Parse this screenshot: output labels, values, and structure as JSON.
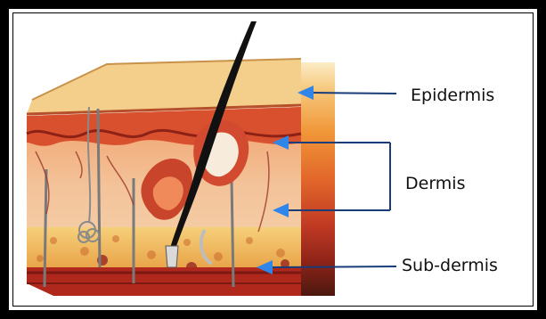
{
  "labels": {
    "epidermis": "Epidermis",
    "dermis": "Dermis",
    "sub_dermis": "Sub-dermis"
  },
  "colors": {
    "frame": "#000000",
    "arrow": "#1e7be0",
    "epidermis": "#f2c98a",
    "dermis": "#e8763a",
    "sub_dermis": "#8a2a1a"
  }
}
